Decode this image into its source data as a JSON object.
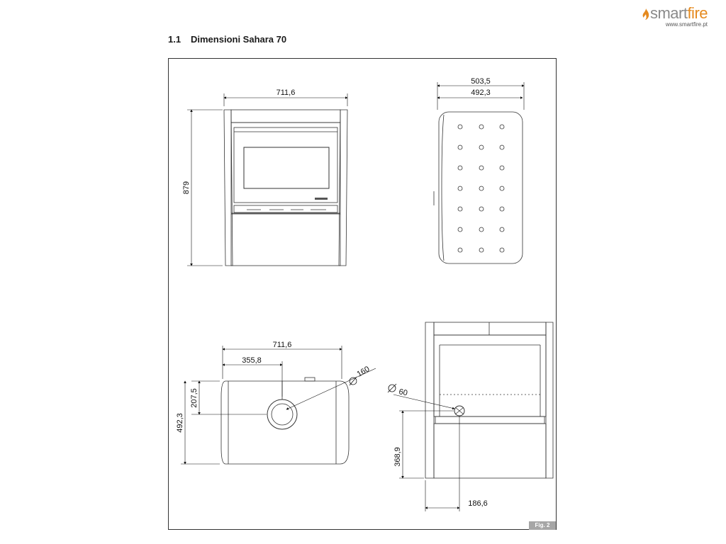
{
  "brand": {
    "name_part1": "smart",
    "name_part2": "fire",
    "url": "www.smartfire.pt",
    "accent_color": "#e58a1f",
    "grey_color": "#8a8a8a"
  },
  "section": {
    "number": "1.1",
    "title": "Dimensioni Sahara 70"
  },
  "dimensions": {
    "front_width": "711,6",
    "front_height": "879",
    "side_depth_outer": "503,5",
    "side_depth_inner": "492,3",
    "top_width": "711,6",
    "top_half_width": "355,8",
    "top_flue_depth": "207,5",
    "top_depth": "492,3",
    "flue_diameter": "160",
    "air_diameter": "60",
    "air_height": "368,9",
    "air_offset": "186,6"
  },
  "figure_label": "Fig. 2"
}
